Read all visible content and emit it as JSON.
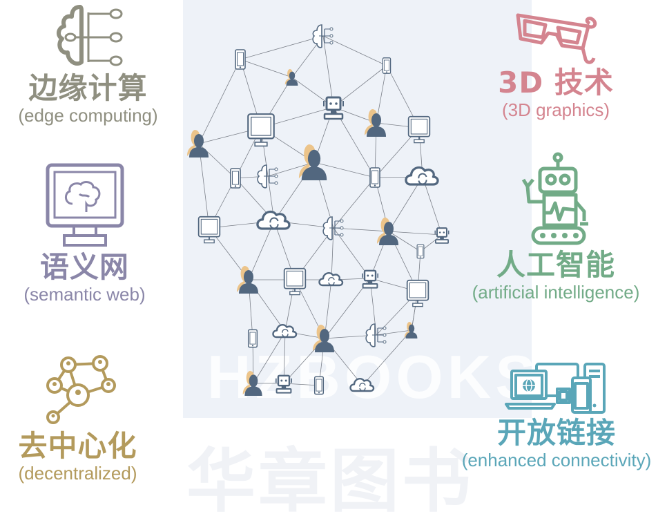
{
  "watermark": {
    "text_latin": "HZBOOKS",
    "text_chinese": "华章图书"
  },
  "colors": {
    "edge_computing": "#8f8f80",
    "semantic_web": "#8a86a8",
    "decentralized": "#b39a5c",
    "graphics_3d": "#d4848f",
    "ai": "#72ab87",
    "connectivity": "#5aa6b8",
    "network": "#52677f",
    "user_shadow": "#ecc48a"
  },
  "concepts": {
    "edge_computing": {
      "zh": "边缘计算",
      "en": "(edge computing)",
      "icon": "edge-cloud-icon"
    },
    "semantic_web": {
      "zh": "语义网",
      "en": "(semantic web)",
      "icon": "brain-monitor-icon"
    },
    "decentralized": {
      "zh": "去中心化",
      "en": "(decentralized)",
      "icon": "decentralized-network-icon"
    },
    "graphics_3d": {
      "zh": "3D 技术",
      "en": "(3D graphics)",
      "icon": "3d-glasses-icon"
    },
    "ai": {
      "zh": "人工智能",
      "en": "(artificial intelligence)",
      "icon": "robot-icon"
    },
    "connectivity": {
      "zh": "开放链接",
      "en": "(enhanced connectivity)",
      "icon": "devices-icon"
    }
  },
  "network_node_types": [
    "phone",
    "user",
    "robot",
    "monitor",
    "cloud-sync",
    "edge-cloud"
  ]
}
